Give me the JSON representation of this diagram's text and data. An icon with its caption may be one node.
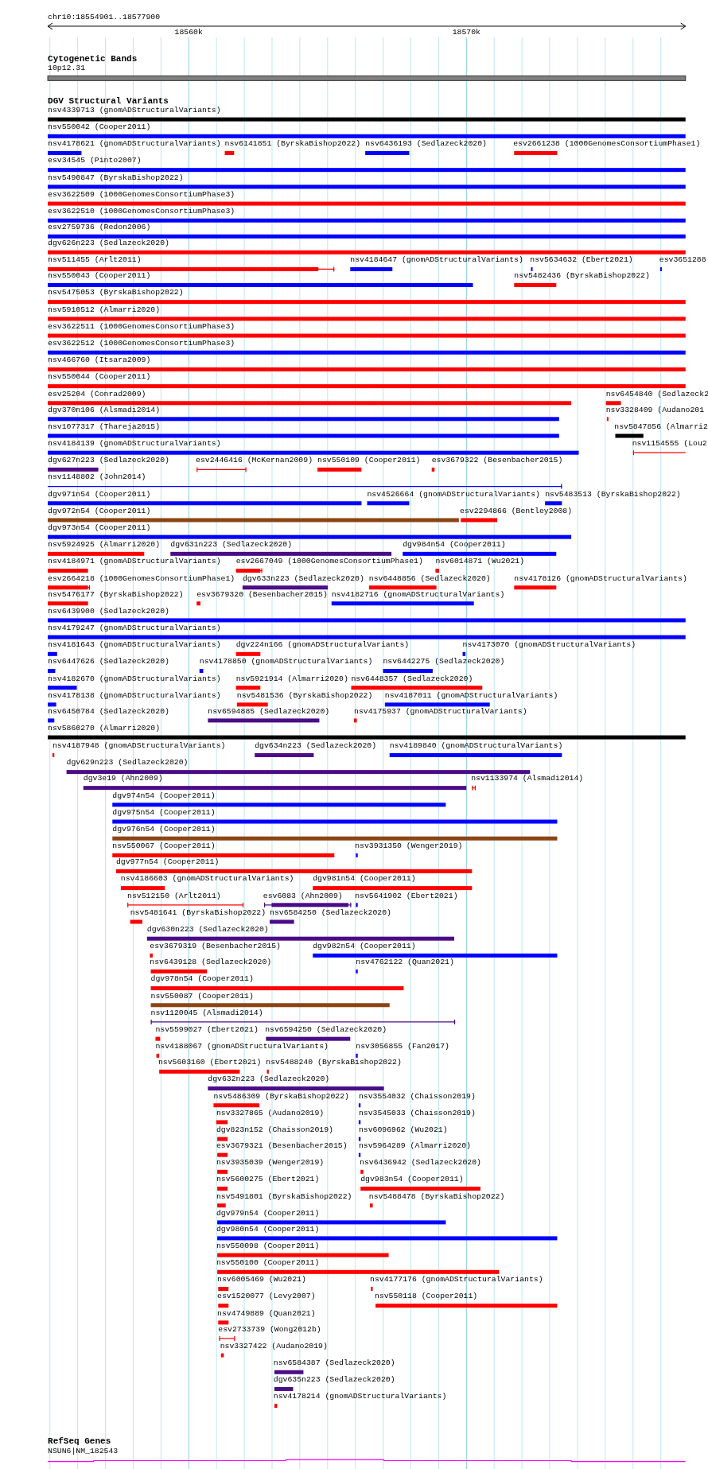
{
  "diagram": {
    "labels": [
      "chr10:18554901..18577900",
      "18560k",
      "18570k",
      "Cytogenetic Bands",
      "10p12.31",
      "DGV Structural Variants",
      "nsv4339713 (gnomADStructuralVariants)",
      "nsv550042 (Cooper2011)",
      "nsv4178621 (gnomADStructuralVariants)",
      "nsv6141851 (ByrskaBishop2022)",
      "nsv6436193 (Sedlazeck2020)",
      "esv2661238 (1000GenomesConsortiumPhase1)",
      "esv34545 (Pinto2007)",
      "nsv5490847 (ByrskaBishop2022)",
      "esv3622509 (1000GenomesConsortiumPhase3)",
      "esv3622510 (1000GenomesConsortiumPhase3)",
      "esv2759736 (Redon2006)",
      "dgv626n223 (Sedlazeck2020)",
      "nsv511455 (Arlt2011)",
      "nsv4184647 (gnomADStructuralVariants)",
      "nsv5634632 (Ebert2021)",
      "esv3651288",
      "nsv550043 (Cooper2011)",
      "nsv5482436 (ByrskaBishop2022)",
      "nsv5475053 (ByrskaBishop2022)",
      "nsv5910512 (Almarri2020)",
      "esv3622511 (1000GenomesConsortiumPhase3)",
      "esv3622512 (1000GenomesConsortiumPhase3)",
      "nsv466760 (Itsara2009)",
      "nsv550044 (Cooper2011)",
      "esv25204 (Conrad2009)",
      "nsv6454840 (Sedlazeck2",
      "dgv370n106 (Alsmadi2014)",
      "nsv3328409 (Audano201",
      "nsv1077317 (Thareja2015)",
      "nsv5847856 (Almarri2",
      "nsv4184139 (gnomADStructuralVariants)",
      "nsv1154555 (Lou2",
      "dgv627n223 (Sedlazeck2020)",
      "esv2446416 (McKernan2009)",
      "nsv550109 (Cooper2011)",
      "esv3679322 (Besenbacher2015)",
      "nsv1148802 (John2014)",
      "dgv971n54 (Cooper2011)",
      "nsv4526664 (gnomADStructuralVariants)",
      "nsv5483513 (ByrskaBishop2022)",
      "dgv972n54 (Cooper2011)",
      "esv2294866 (Bentley2008)",
      "dgv973n54 (Cooper2011)",
      "nsv5924925 (Almarri2020)",
      "dgv631n223 (Sedlazeck2020)",
      "dgv984n54 (Cooper2011)",
      "nsv4184971 (gnomADStructuralVariants)",
      "esv2667049 (1000GenomesConsortiumPhase1)",
      "nsv6014871 (Wu2021)",
      "esv2664218 (1000GenomesConsortiumPhase1)",
      "dgv633n223 (Sedlazeck2020)",
      "nsv6448856 (Sedlazeck2020)",
      "nsv4178126 (gnomADStructuralVariants)",
      "nsv5476177 (ByrskaBishop2022)",
      "esv3679320 (Besenbacher2015)",
      "nsv4182716 (gnomADStructuralVariants)",
      "nsv6439900 (Sedlazeck2020)",
      "nsv4179247 (gnomADStructuralVariants)",
      "nsv4181643 (gnomADStructuralVariants)",
      "dgv224n166 (gnomADStructuralVariants)",
      "nsv4173070 (gnomADStructuralVariants)",
      "nsv6447626 (Sedlazeck2020)",
      "nsv4178850 (gnomADStructuralVariants)",
      "nsv6442275 (Sedlazeck2020)",
      "nsv4182670 (gnomADStructuralVariants)",
      "nsv5921914 (Almarri2020)",
      "nsv6448357 (Sedlazeck2020)",
      "nsv4178138 (gnomADStructuralVariants)",
      "nsv5481536 (ByrskaBishop2022)",
      "nsv4187011 (gnomADStructuralVariants)",
      "nsv6450784 (Sedlazeck2020)",
      "nsv6594885 (Sedlazeck2020)",
      "nsv4175937 (gnomADStructuralVariants)",
      "nsv5860270 (Almarri2020)",
      "nsv4187948 (gnomADStructuralVariants)",
      "dgv634n223 (Sedlazeck2020)",
      "nsv4189840 (gnomADStructuralVariants)",
      "dgv629n223 (Sedlazeck2020)",
      "dgv3e19 (Ahn2009)",
      "nsv1133974 (Alsmadi2014)",
      "dgv974n54 (Cooper2011)",
      "dgv975n54 (Cooper2011)",
      "dgv976n54 (Cooper2011)",
      "nsv550067 (Cooper2011)",
      "nsv3931350 (Wenger2019)",
      "dgv977n54 (Cooper2011)",
      "nsv4186603 (gnomADStructuralVariants)",
      "dgv981n54 (Cooper2011)",
      "nsv512150 (Arlt2011)",
      "esv6083 (Ahn2009)",
      "nsv5641902 (Ebert2021)",
      "nsv5481641 (ByrskaBishop2022)",
      "nsv6584250 (Sedlazeck2020)",
      "dgv630n223 (Sedlazeck2020)",
      "esv3679319 (Besenbacher2015)",
      "dgv982n54 (Cooper2011)",
      "nsv6439128 (Sedlazeck2020)",
      "nsv4762122 (Quan2021)",
      "dgv978n54 (Cooper2011)",
      "nsv550087 (Cooper2011)",
      "nsv1120045 (Alsmadi2014)",
      "nsv5599027 (Ebert2021)",
      "nsv6594250 (Sedlazeck2020)",
      "nsv4188067 (gnomADStructuralVariants)",
      "nsv3056855 (Fan2017)",
      "nsv5603160 (Ebert2021)",
      "nsv5488240 (ByrskaBishop2022)",
      "dgv632n223 (Sedlazeck2020)",
      "nsv5486309 (ByrskaBishop2022)",
      "nsv3554032 (Chaisson2019)",
      "nsv3327865 (Audano2019)",
      "nsv3545033 (Chaisson2019)",
      "dgv823n152 (Chaisson2019)",
      "nsv6096962 (Wu2021)",
      "esv3679321 (Besenbacher2015)",
      "nsv5964289 (Almarri2020)",
      "nsv3935039 (Wenger2019)",
      "nsv6436942 (Sedlazeck2020)",
      "nsv5600275 (Ebert2021)",
      "dgv983n54 (Cooper2011)",
      "nsv5491801 (ByrskaBishop2022)",
      "nsv5488478 (ByrskaBishop2022)",
      "dgv979n54 (Cooper2011)",
      "dgv980n54 (Cooper2011)",
      "nsv550098 (Cooper2011)",
      "nsv550100 (Cooper2011)",
      "nsv6005469 (Wu2021)",
      "nsv4177176 (gnomADStructuralVariants)",
      "esv1520077 (Levy2007)",
      "nsv550118 (Cooper2011)",
      "nsv4749889 (Quan2021)",
      "esv2733739 (Wong2012b)",
      "nsv3327422 (Audano2019)",
      "nsv6584387 (Sedlazeck2020)",
      "dgv635n223 (Sedlazeck2020)",
      "nsv4178214 (gnomADStructuralVariants)",
      "RefSeq Genes",
      "NSUN6|NM_182543"
    ]
  }
}
